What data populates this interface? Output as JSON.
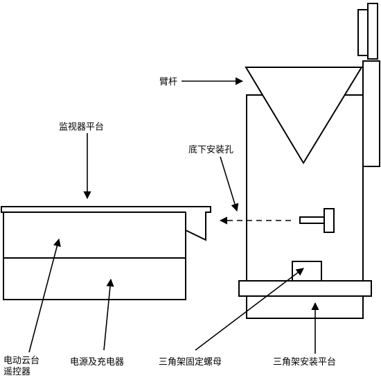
{
  "labels": {
    "arm": "臂杆",
    "monitor_platform": "监视器平台",
    "bottom_mount_hole": "底下安装孔",
    "ptz_remote_line1": "电动云台",
    "ptz_remote_line2": "遥控器",
    "power_charger": "电源及充电器",
    "tripod_nut": "三角架固定螺母",
    "tripod_platform": "三角架安装平台"
  }
}
